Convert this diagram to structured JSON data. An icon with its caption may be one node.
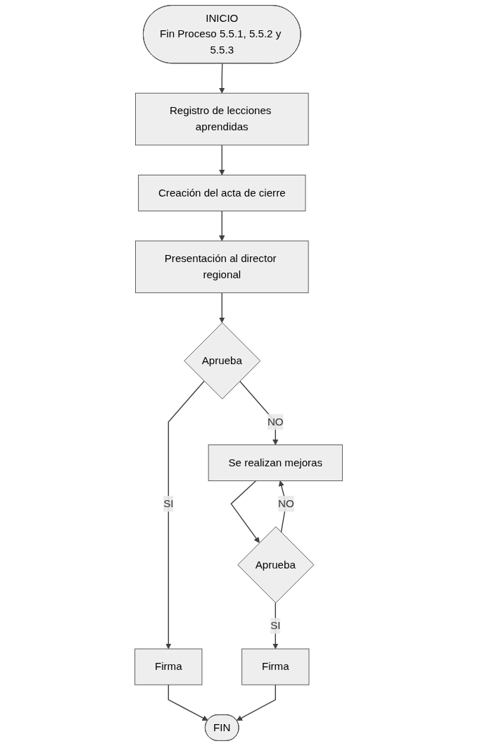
{
  "diagram": {
    "nodes": [
      {
        "text": [
          "INICIO",
          "Fin Proceso 5.5.1, 5.5.2 y 5.5.3"
        ]
      },
      {
        "text": [
          "Registro de lecciones aprendidas"
        ]
      },
      {
        "text": [
          "Creación del acta de cierre"
        ]
      },
      {
        "text": [
          "Presentación al director regional"
        ]
      },
      {
        "text": [
          "Aprueba"
        ]
      },
      {
        "text": [
          "Firma"
        ]
      },
      {
        "text": [
          "Se realizan mejoras"
        ]
      },
      {
        "text": [
          "Aprueba"
        ]
      },
      {
        "text": [
          "Firma"
        ]
      },
      {
        "text": [
          "FIN"
        ]
      }
    ],
    "edges": [
      {
        "from": 0,
        "to": 1,
        "arrow": "to"
      },
      {
        "from": 1,
        "to": 2,
        "arrow": "to"
      },
      {
        "from": 2,
        "to": 3,
        "arrow": "to"
      },
      {
        "from": 3,
        "to": 4,
        "arrow": "to"
      },
      {
        "from": 4,
        "to": 5,
        "label": "SI",
        "arrow": "to"
      },
      {
        "from": 4,
        "to": 6,
        "label": "NO",
        "arrow": "to"
      },
      {
        "from": 6,
        "to": 7,
        "arrow": "to"
      },
      {
        "from": 7,
        "to": 8,
        "label": "SI",
        "arrow": "to"
      },
      {
        "from": 7,
        "to": 6,
        "label": "NO",
        "arrow": "to"
      },
      {
        "from": 5,
        "to": 9,
        "arrow": "to"
      },
      {
        "from": 8,
        "to": 9,
        "arrow": "to"
      }
    ]
  }
}
